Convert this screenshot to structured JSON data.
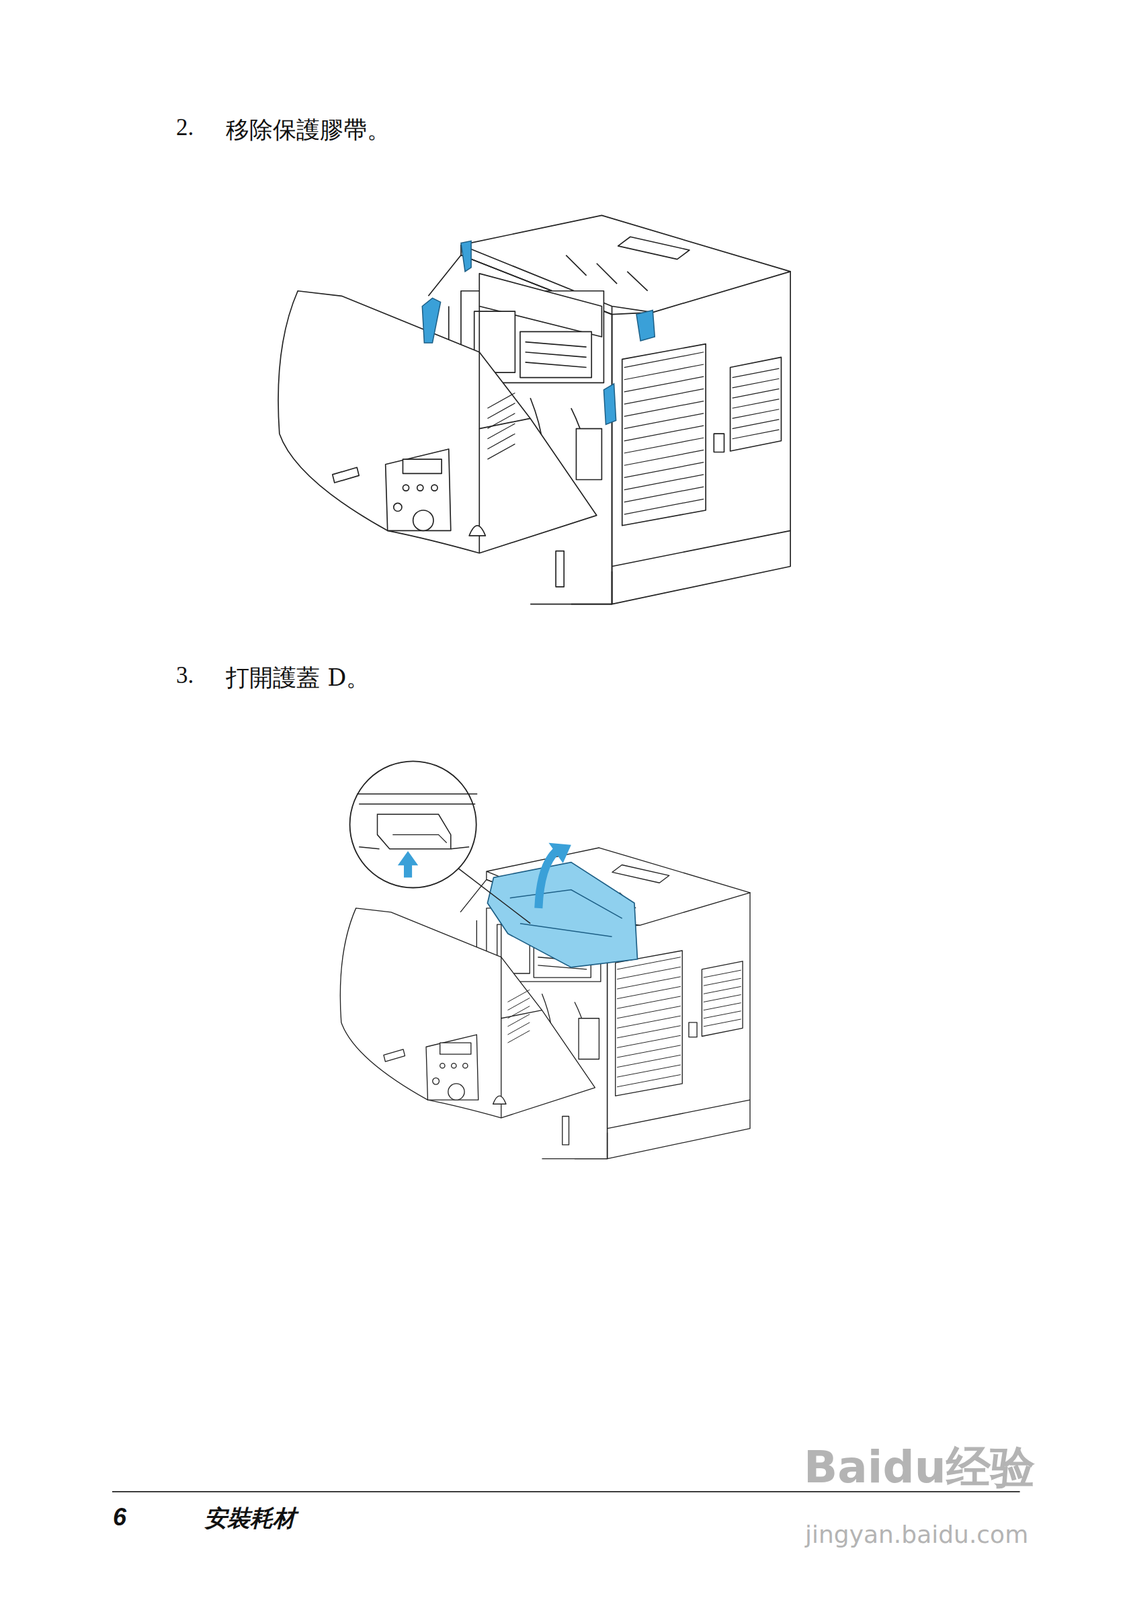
{
  "diagram": {
    "labels": [
      "2.",
      "移除保護膠帶。",
      "3.",
      "打開護蓋 D。",
      "6",
      "安裝耗材",
      "Baidu经验",
      "jingyan.baidu.com"
    ]
  }
}
